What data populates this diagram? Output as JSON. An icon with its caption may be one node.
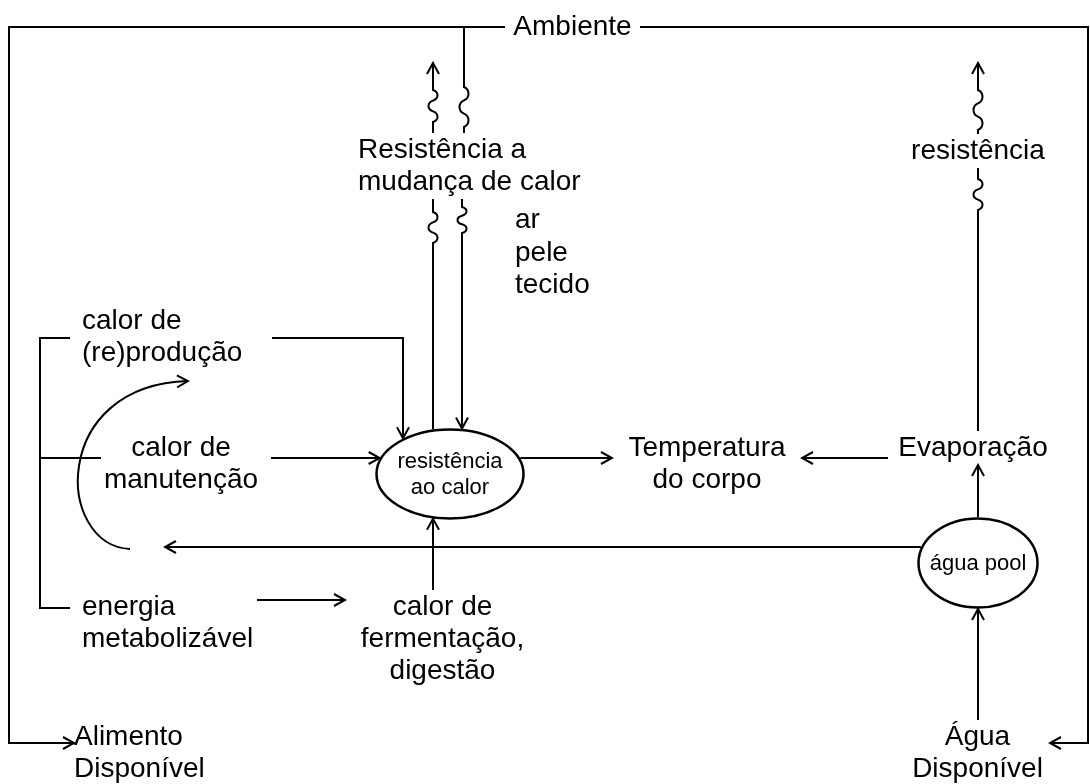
{
  "diagram": {
    "nodes": [
      {
        "text": [
          "Ambiente"
        ]
      },
      {
        "text": [
          "Resistência a mudança de calor"
        ]
      },
      {
        "text": [
          "resistência"
        ]
      },
      {
        "text": [
          "calor de (re)produção"
        ]
      },
      {
        "text": [
          "calor de manutenção"
        ]
      },
      {
        "text": [
          "resistência ao calor"
        ]
      },
      {
        "text": [
          "Temperatura do corpo"
        ]
      },
      {
        "text": [
          "Evaporação"
        ]
      },
      {
        "text": [
          "água pool"
        ]
      },
      {
        "text": [
          "energia metabolizável"
        ]
      },
      {
        "text": [
          "calor de fermentação, digestão"
        ]
      },
      {
        "text": [
          "Alimento Disponível"
        ]
      },
      {
        "text": [
          "Água Disponível"
        ]
      }
    ],
    "edges": [
      {
        "from": 0,
        "to": 11,
        "arrow": "to"
      },
      {
        "from": 0,
        "to": 12,
        "arrow": "to"
      },
      {
        "from": 0,
        "to": 1,
        "arrow": "none"
      },
      {
        "from": 1,
        "to": null,
        "arrow": "to"
      },
      {
        "from": 5,
        "to": 1,
        "arrow": "none"
      },
      {
        "from": 1,
        "to": 5,
        "arrow": "to"
      },
      {
        "from": 2,
        "to": null,
        "arrow": "to"
      },
      {
        "from": 7,
        "to": 2,
        "arrow": "none"
      },
      {
        "from": 3,
        "to": 5,
        "arrow": "to"
      },
      {
        "from": 4,
        "to": 5,
        "arrow": "to"
      },
      {
        "from": 5,
        "to": 6,
        "arrow": "to"
      },
      {
        "from": 7,
        "to": 6,
        "arrow": "to"
      },
      {
        "from": 8,
        "to": 7,
        "arrow": "to"
      },
      {
        "from": 12,
        "to": 8,
        "arrow": "to"
      },
      {
        "from": 10,
        "to": 5,
        "arrow": "to"
      },
      {
        "from": 9,
        "to": 10,
        "arrow": "to"
      },
      {
        "from": 8,
        "to": null,
        "arrow": "to"
      },
      {
        "from": null,
        "to": 3,
        "arrow": "to"
      }
    ],
    "labels": [
      "ar",
      "pele",
      "tecido"
    ]
  }
}
